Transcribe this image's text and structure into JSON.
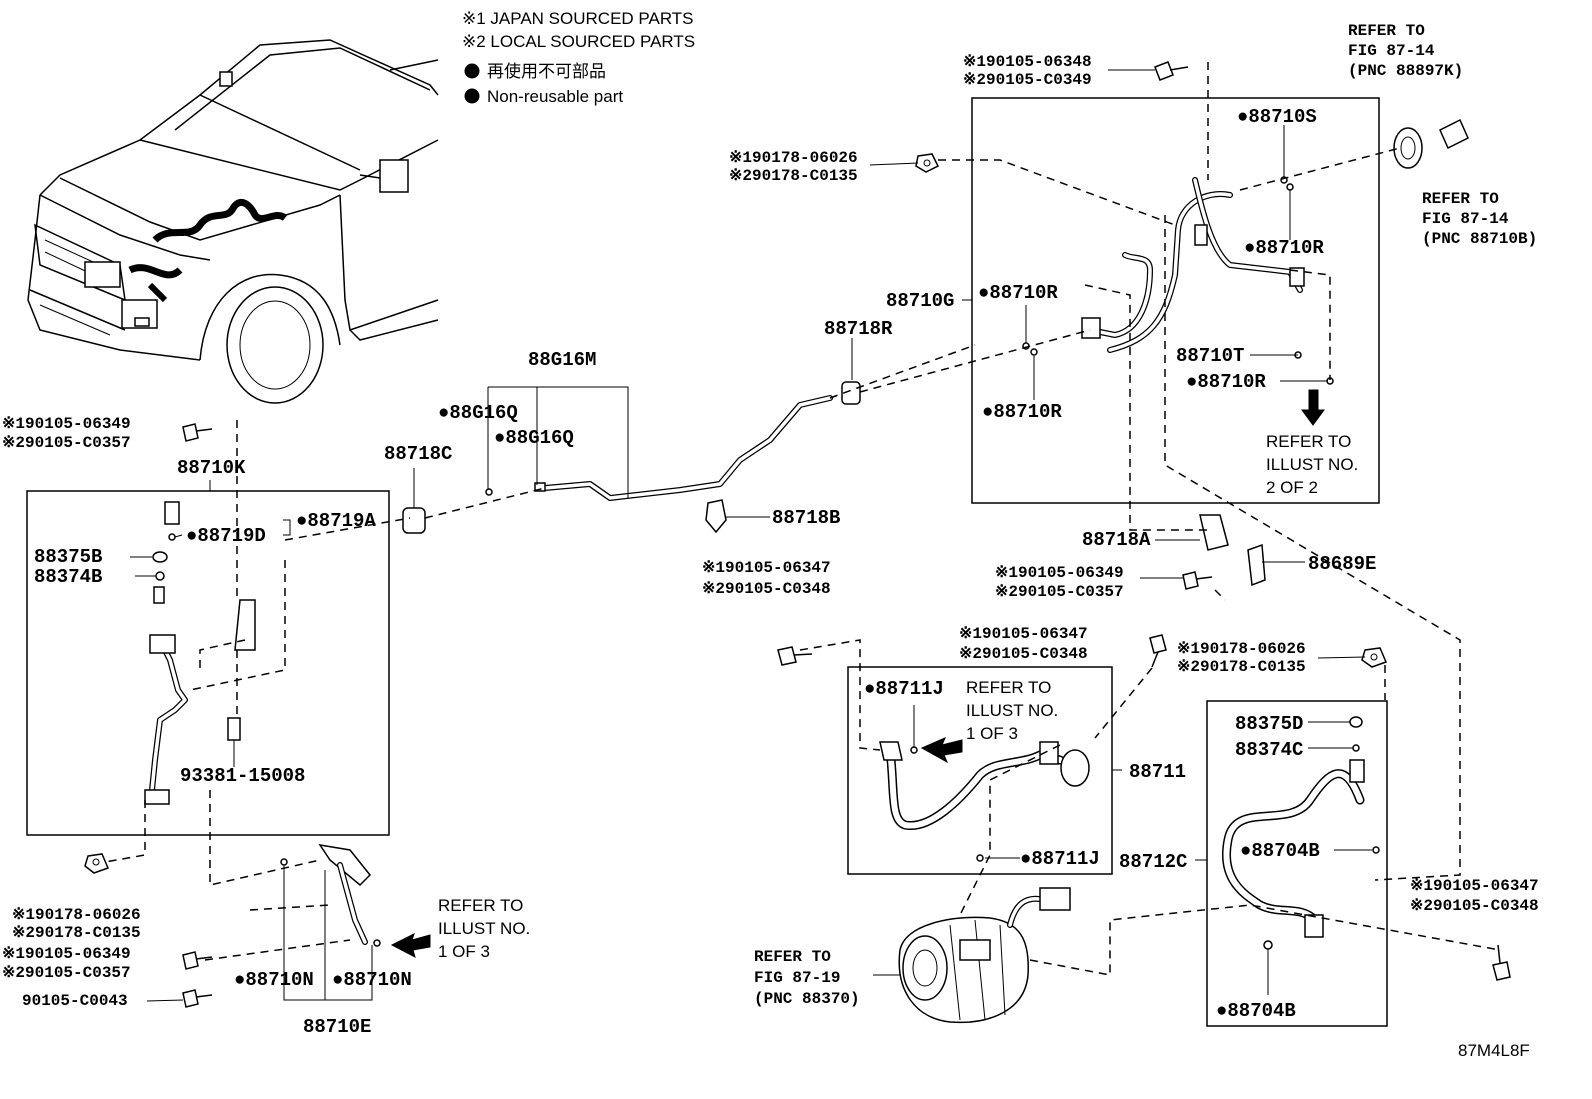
{
  "legend": {
    "note1": "※1 JAPAN SOURCED PARTS",
    "note2": "※2 LOCAL SOURCED PARTS",
    "nonreusable_jp": "再使用不可部品",
    "nonreusable_en": "Non-reusable part"
  },
  "refs": {
    "fig_87_14_a": [
      "REFER TO",
      "FIG 87-14",
      "(PNC 88897K)"
    ],
    "fig_87_14_b": [
      "REFER TO",
      "FIG 87-14",
      "(PNC 88710B)"
    ],
    "illust_2of2": [
      "REFER TO",
      "ILLUST NO.",
      "2 OF 2"
    ],
    "illust_1of3_a": [
      "REFER TO",
      "ILLUST NO.",
      "1 OF 3"
    ],
    "illust_1of3_b": [
      "REFER TO",
      "ILLUST NO.",
      "1 OF 3"
    ],
    "fig_87_19": [
      "REFER TO",
      "FIG 87-19",
      "(PNC 88370)"
    ]
  },
  "parts": {
    "p190105_06348": "※190105-06348",
    "p290105_c0349": "※290105-C0349",
    "p190178_06026_top": "※190178-06026",
    "p290178_c0135_top": "※290178-C0135",
    "p88710S": "●88710S",
    "p88710R_a": "●88710R",
    "p88710G": "88710G",
    "p88710R_b": "●88710R",
    "p88710R_c": "●88710R",
    "p88710T": "88710T",
    "p88710R_d": "●88710R",
    "p88718R": "88718R",
    "p88G16M": "88G16M",
    "p88G16Q_a": "●88G16Q",
    "p88G16Q_b": "●88G16Q",
    "p88718C": "88718C",
    "p88718B": "88718B",
    "p88718A": "88718A",
    "p88689E": "88689E",
    "p190105_06349_mid": "※190105-06349",
    "p290105_c0357_mid": "※290105-C0357",
    "p190105_06347_a": "※190105-06347",
    "p290105_c0348_a": "※290105-C0348",
    "p190105_06347_b": "※190105-06347",
    "p290105_c0348_b": "※290105-C0348",
    "p190178_06026_r": "※190178-06026",
    "p290178_c0135_r": "※290178-C0135",
    "p88711J_a": "●88711J",
    "p88711": "88711",
    "p88711J_b": "●88711J",
    "p88375D": "88375D",
    "p88374C": "88374C",
    "p88712C": "88712C",
    "p88704B_a": "●88704B",
    "p88704B_b": "●88704B",
    "p190105_06347_c": "※190105-06347",
    "p290105_c0348_c": "※290105-C0348",
    "p190105_06349_l": "※190105-06349",
    "p290105_c0357_l": "※290105-C0357",
    "p88710K": "88710K",
    "p88719D": "●88719D",
    "p88719A": "●88719A",
    "p88375B": "88375B",
    "p88374B": "88374B",
    "p93381_15008": "93381-15008",
    "p190178_06026_bl": "※190178-06026",
    "p290178_c0135_bl": "※290178-C0135",
    "p190105_06349_bl": "※190105-06349",
    "p290105_c0357_bl": "※290105-C0357",
    "p90105_c0043": "90105-C0043",
    "p88710N_a": "●88710N",
    "p88710N_b": "●88710N",
    "p88710E": "88710E"
  },
  "figure_code": "87M4L8F"
}
